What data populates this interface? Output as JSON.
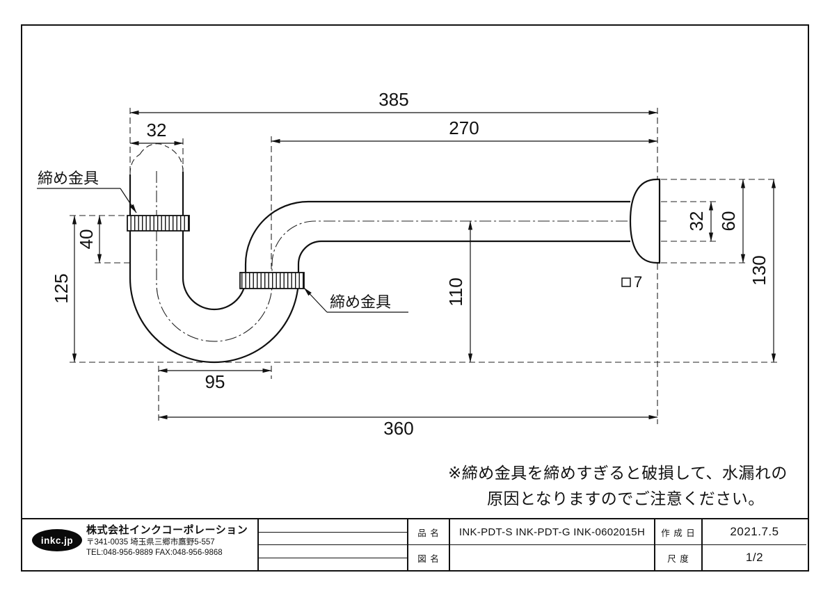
{
  "drawing": {
    "dims": {
      "overall_width": "385",
      "outlet_run": "270",
      "inlet_od": "32",
      "inlet_nut_drop": "40",
      "trap_left_height": "125",
      "outlet_drop": "110",
      "outlet_od": "32",
      "flange_od": "60",
      "right_height": "130",
      "flange_thickness": "7",
      "trap_pitch": "95",
      "bottom_run": "360"
    },
    "labels": {
      "clamp_upper": "締め金具",
      "clamp_lower": "締め金具"
    },
    "note": {
      "line1": "※締め金具を締めすぎると破損して、水漏れの",
      "line2": "原因となりますのでご注意ください。"
    }
  },
  "title_block": {
    "logo_text": "inkc.jp",
    "company_name": "株式会社インクコーポレーション",
    "company_address": "〒341-0035 埼玉県三郷市鷹野5-557",
    "company_tel": "TEL:048-956-9889 FAX:048-956-9868",
    "item_label": "品 名",
    "item_value": "INK-PDT-S INK-PDT-G INK-0602015H",
    "drawing_name_label": "図 名",
    "drawing_name_value": "",
    "date_label": "作 成 日",
    "date_value": "2021.7.5",
    "scale_label": "尺 度",
    "scale_value": "1/2"
  }
}
